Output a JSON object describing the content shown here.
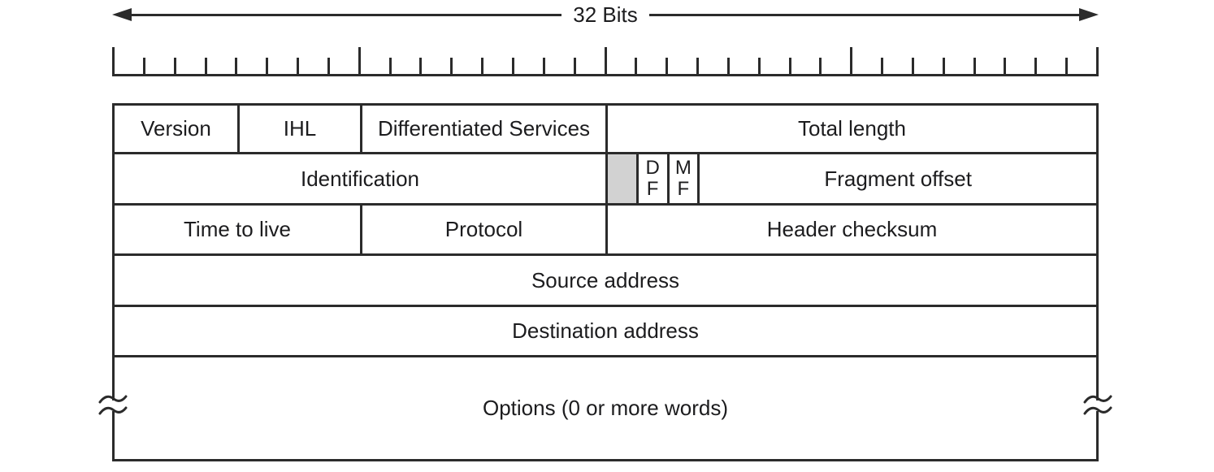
{
  "figure": {
    "width_label": "32 Bits"
  },
  "ruler": {
    "segments": 32,
    "major_every": 8
  },
  "colors": {
    "line": "#2b2b2b",
    "text": "#1c1c1e",
    "shaded_cell": "#d2d2d2",
    "background": "#ffffff"
  },
  "table": {
    "total_bits": 32,
    "rows": [
      {
        "cells": [
          {
            "name": "version",
            "label": "Version",
            "bits": 4
          },
          {
            "name": "ihl",
            "label": "IHL",
            "bits": 4
          },
          {
            "name": "differentiated-services",
            "label": "Differentiated Services",
            "bits": 8
          },
          {
            "name": "total-length",
            "label": "Total length",
            "bits": 16
          }
        ]
      },
      {
        "cells": [
          {
            "name": "identification",
            "label": "Identification",
            "bits": 16
          },
          {
            "name": "unused-bit",
            "label": "",
            "bits": 1,
            "shaded": true
          },
          {
            "name": "df-flag",
            "lines": [
              "D",
              "F"
            ],
            "bits": 1
          },
          {
            "name": "mf-flag",
            "lines": [
              "M",
              "F"
            ],
            "bits": 1
          },
          {
            "name": "fragment-offset",
            "label": "Fragment offset",
            "bits": 13
          }
        ]
      },
      {
        "cells": [
          {
            "name": "time-to-live",
            "label": "Time to live",
            "bits": 8
          },
          {
            "name": "protocol",
            "label": "Protocol",
            "bits": 8
          },
          {
            "name": "header-checksum",
            "label": "Header checksum",
            "bits": 16
          }
        ]
      },
      {
        "cells": [
          {
            "name": "source-address",
            "label": "Source address",
            "bits": 32
          }
        ]
      },
      {
        "cells": [
          {
            "name": "destination-address",
            "label": "Destination address",
            "bits": 32
          }
        ]
      },
      {
        "variable_length": true,
        "cells": [
          {
            "name": "options",
            "label": "Options (0 or more words)",
            "bits": 32
          }
        ]
      }
    ]
  }
}
